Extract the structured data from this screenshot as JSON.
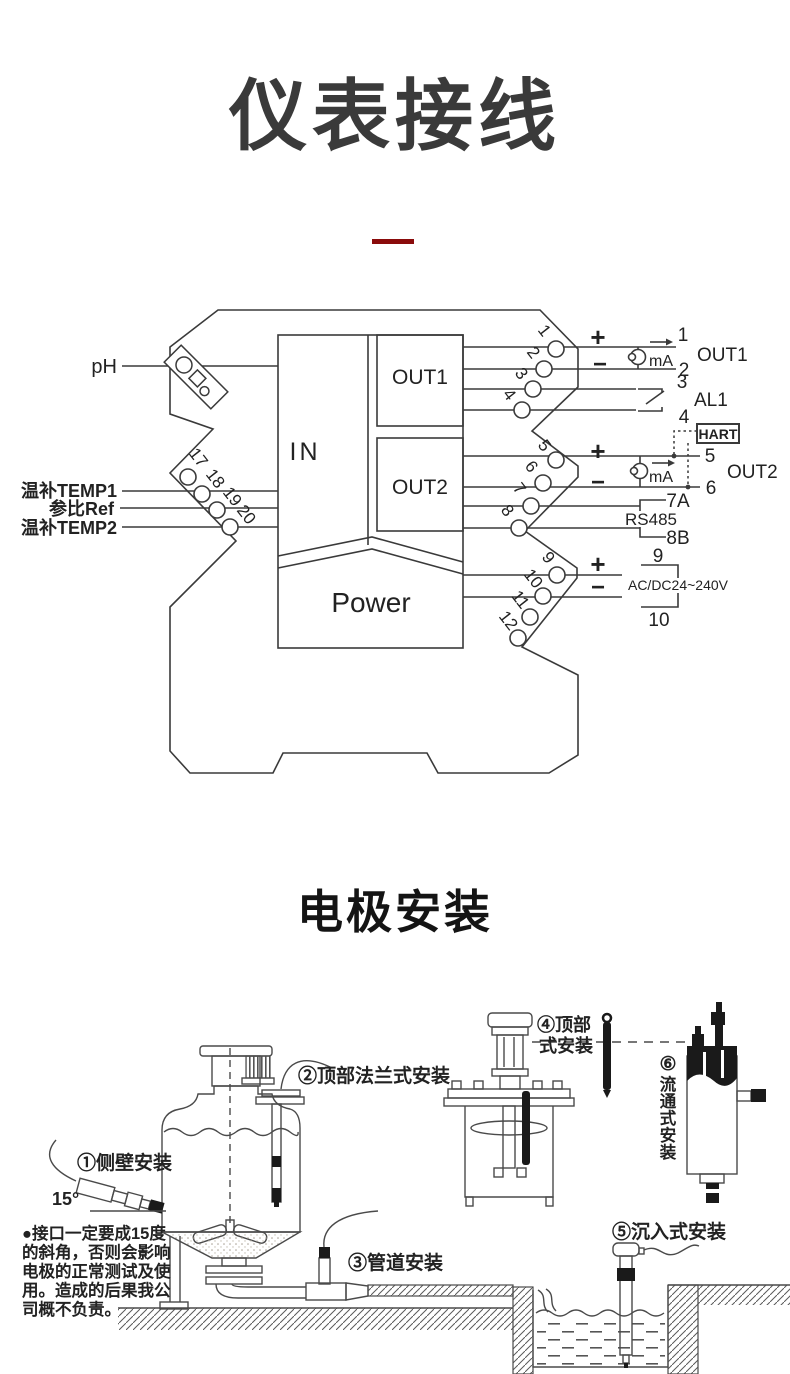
{
  "page": {
    "title_wiring": "仪表接线",
    "title_install": "电极安装",
    "accent_color": "#8a0b0b"
  },
  "wiring": {
    "inputs": {
      "ph": "pH",
      "temp1": "温补TEMP1",
      "ref": "参比Ref",
      "temp2": "温补TEMP2"
    },
    "blocks": {
      "input": "IN",
      "out1": "OUT1",
      "out2": "OUT2",
      "power": "Power"
    },
    "out1_circuit": {
      "plus": "+",
      "minus": "−",
      "ma": "mA",
      "t1": "1",
      "t2": "2",
      "label": "OUT1"
    },
    "al1_circuit": {
      "t3": "3",
      "t4": "4",
      "label": "AL1"
    },
    "hart_label": "HART",
    "out2_circuit": {
      "plus": "+",
      "minus": "−",
      "ma": "mA",
      "t5": "5",
      "t6": "6",
      "label": "OUT2"
    },
    "rs485_circuit": {
      "t7": "7A",
      "t8": "8B",
      "label": "RS485"
    },
    "power_circuit": {
      "plus": "+",
      "minus": "−",
      "t9": "9",
      "t10": "10",
      "label": "AC/DC24~240V"
    },
    "terminals": {
      "n1": "1",
      "n2": "2",
      "n3": "3",
      "n4": "4",
      "n5": "5",
      "n6": "6",
      "n7": "7",
      "n8": "8",
      "n9": "9",
      "n10": "10",
      "n11": "11",
      "n12": "12",
      "n17": "17",
      "n18": "18",
      "n19": "19",
      "n20": "20"
    }
  },
  "installation": {
    "item1": "①侧壁安装",
    "angle": "15°",
    "item2": "②顶部法兰式安装",
    "item3": "③管道安装",
    "item4_line1": "④顶部",
    "item4_line2": "式安装",
    "item5": "⑤沉入式安装",
    "item6_num": "⑥",
    "item6_chars": [
      "流",
      "通",
      "式",
      "安",
      "装"
    ],
    "note_lines": [
      "●接口一定要成15度",
      "的斜角，否则会影响",
      "电极的正常测试及使",
      "用。造成的后果我公",
      "司概不负责。"
    ]
  }
}
